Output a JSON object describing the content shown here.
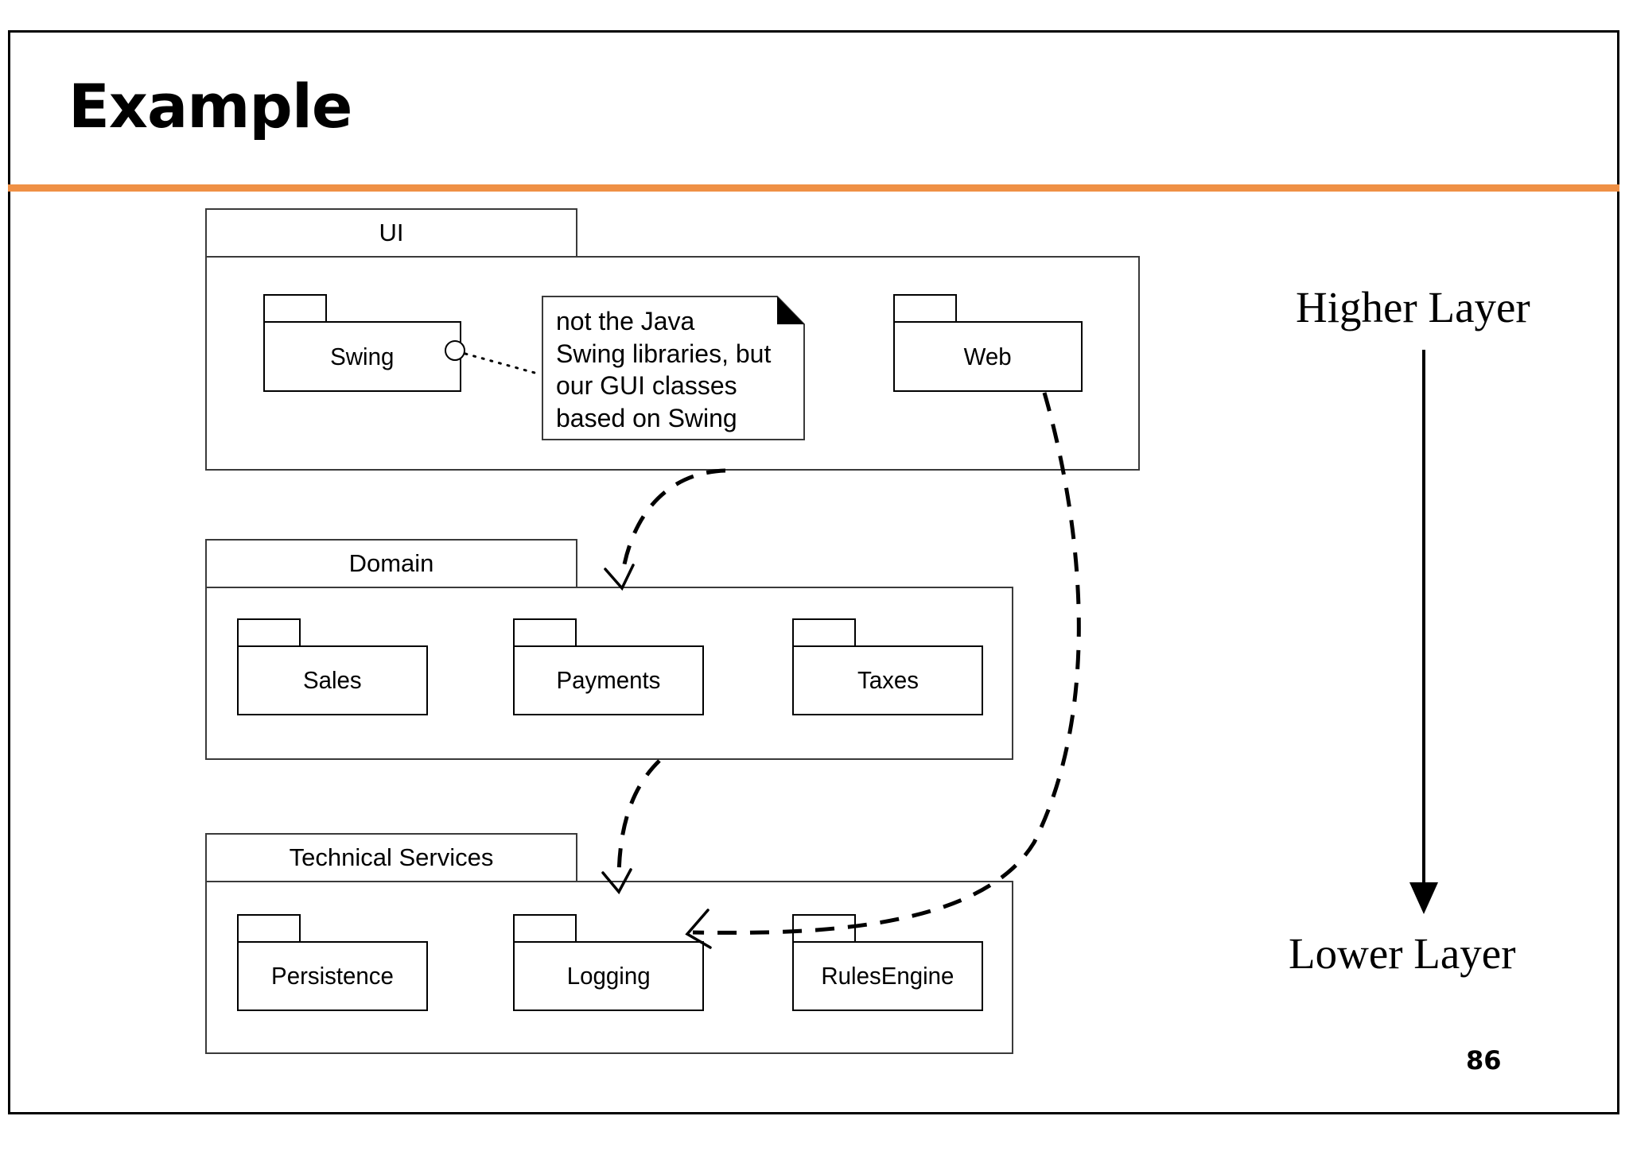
{
  "slide": {
    "title": "Example",
    "page_number": "86",
    "accent_color": "#ef9045",
    "border_color": "#000000",
    "background": "#ffffff"
  },
  "diagram": {
    "type": "uml-package-diagram",
    "packages": [
      {
        "name": "UI",
        "children": [
          "Swing",
          "Web"
        ]
      },
      {
        "name": "Domain",
        "children": [
          "Sales",
          "Payments",
          "Taxes"
        ]
      },
      {
        "name": "Technical Services",
        "children": [
          "Persistence",
          "Logging",
          "RulesEngine"
        ]
      }
    ],
    "packages_flat": {
      "ui": "UI",
      "domain": "Domain",
      "technical_services": "Technical Services",
      "swing": "Swing",
      "web": "Web",
      "sales": "Sales",
      "payments": "Payments",
      "taxes": "Taxes",
      "persistence": "Persistence",
      "logging": "Logging",
      "rules_engine": "RulesEngine"
    },
    "note": {
      "text": "not the Java\nSwing libraries, but\nour GUI classes\nbased on Swing",
      "anchored_to": "Swing"
    },
    "dependencies": [
      {
        "from": "UI",
        "to": "Domain",
        "style": "dashed",
        "arrow": "open"
      },
      {
        "from": "Domain",
        "to": "Technical Services",
        "style": "dashed",
        "arrow": "open"
      },
      {
        "from": "Web",
        "to": "Logging",
        "style": "dashed",
        "arrow": "open"
      }
    ]
  },
  "layer_axis": {
    "top_label": "Higher Layer",
    "bottom_label": "Lower Layer",
    "direction": "downward",
    "arrow": "filled"
  }
}
